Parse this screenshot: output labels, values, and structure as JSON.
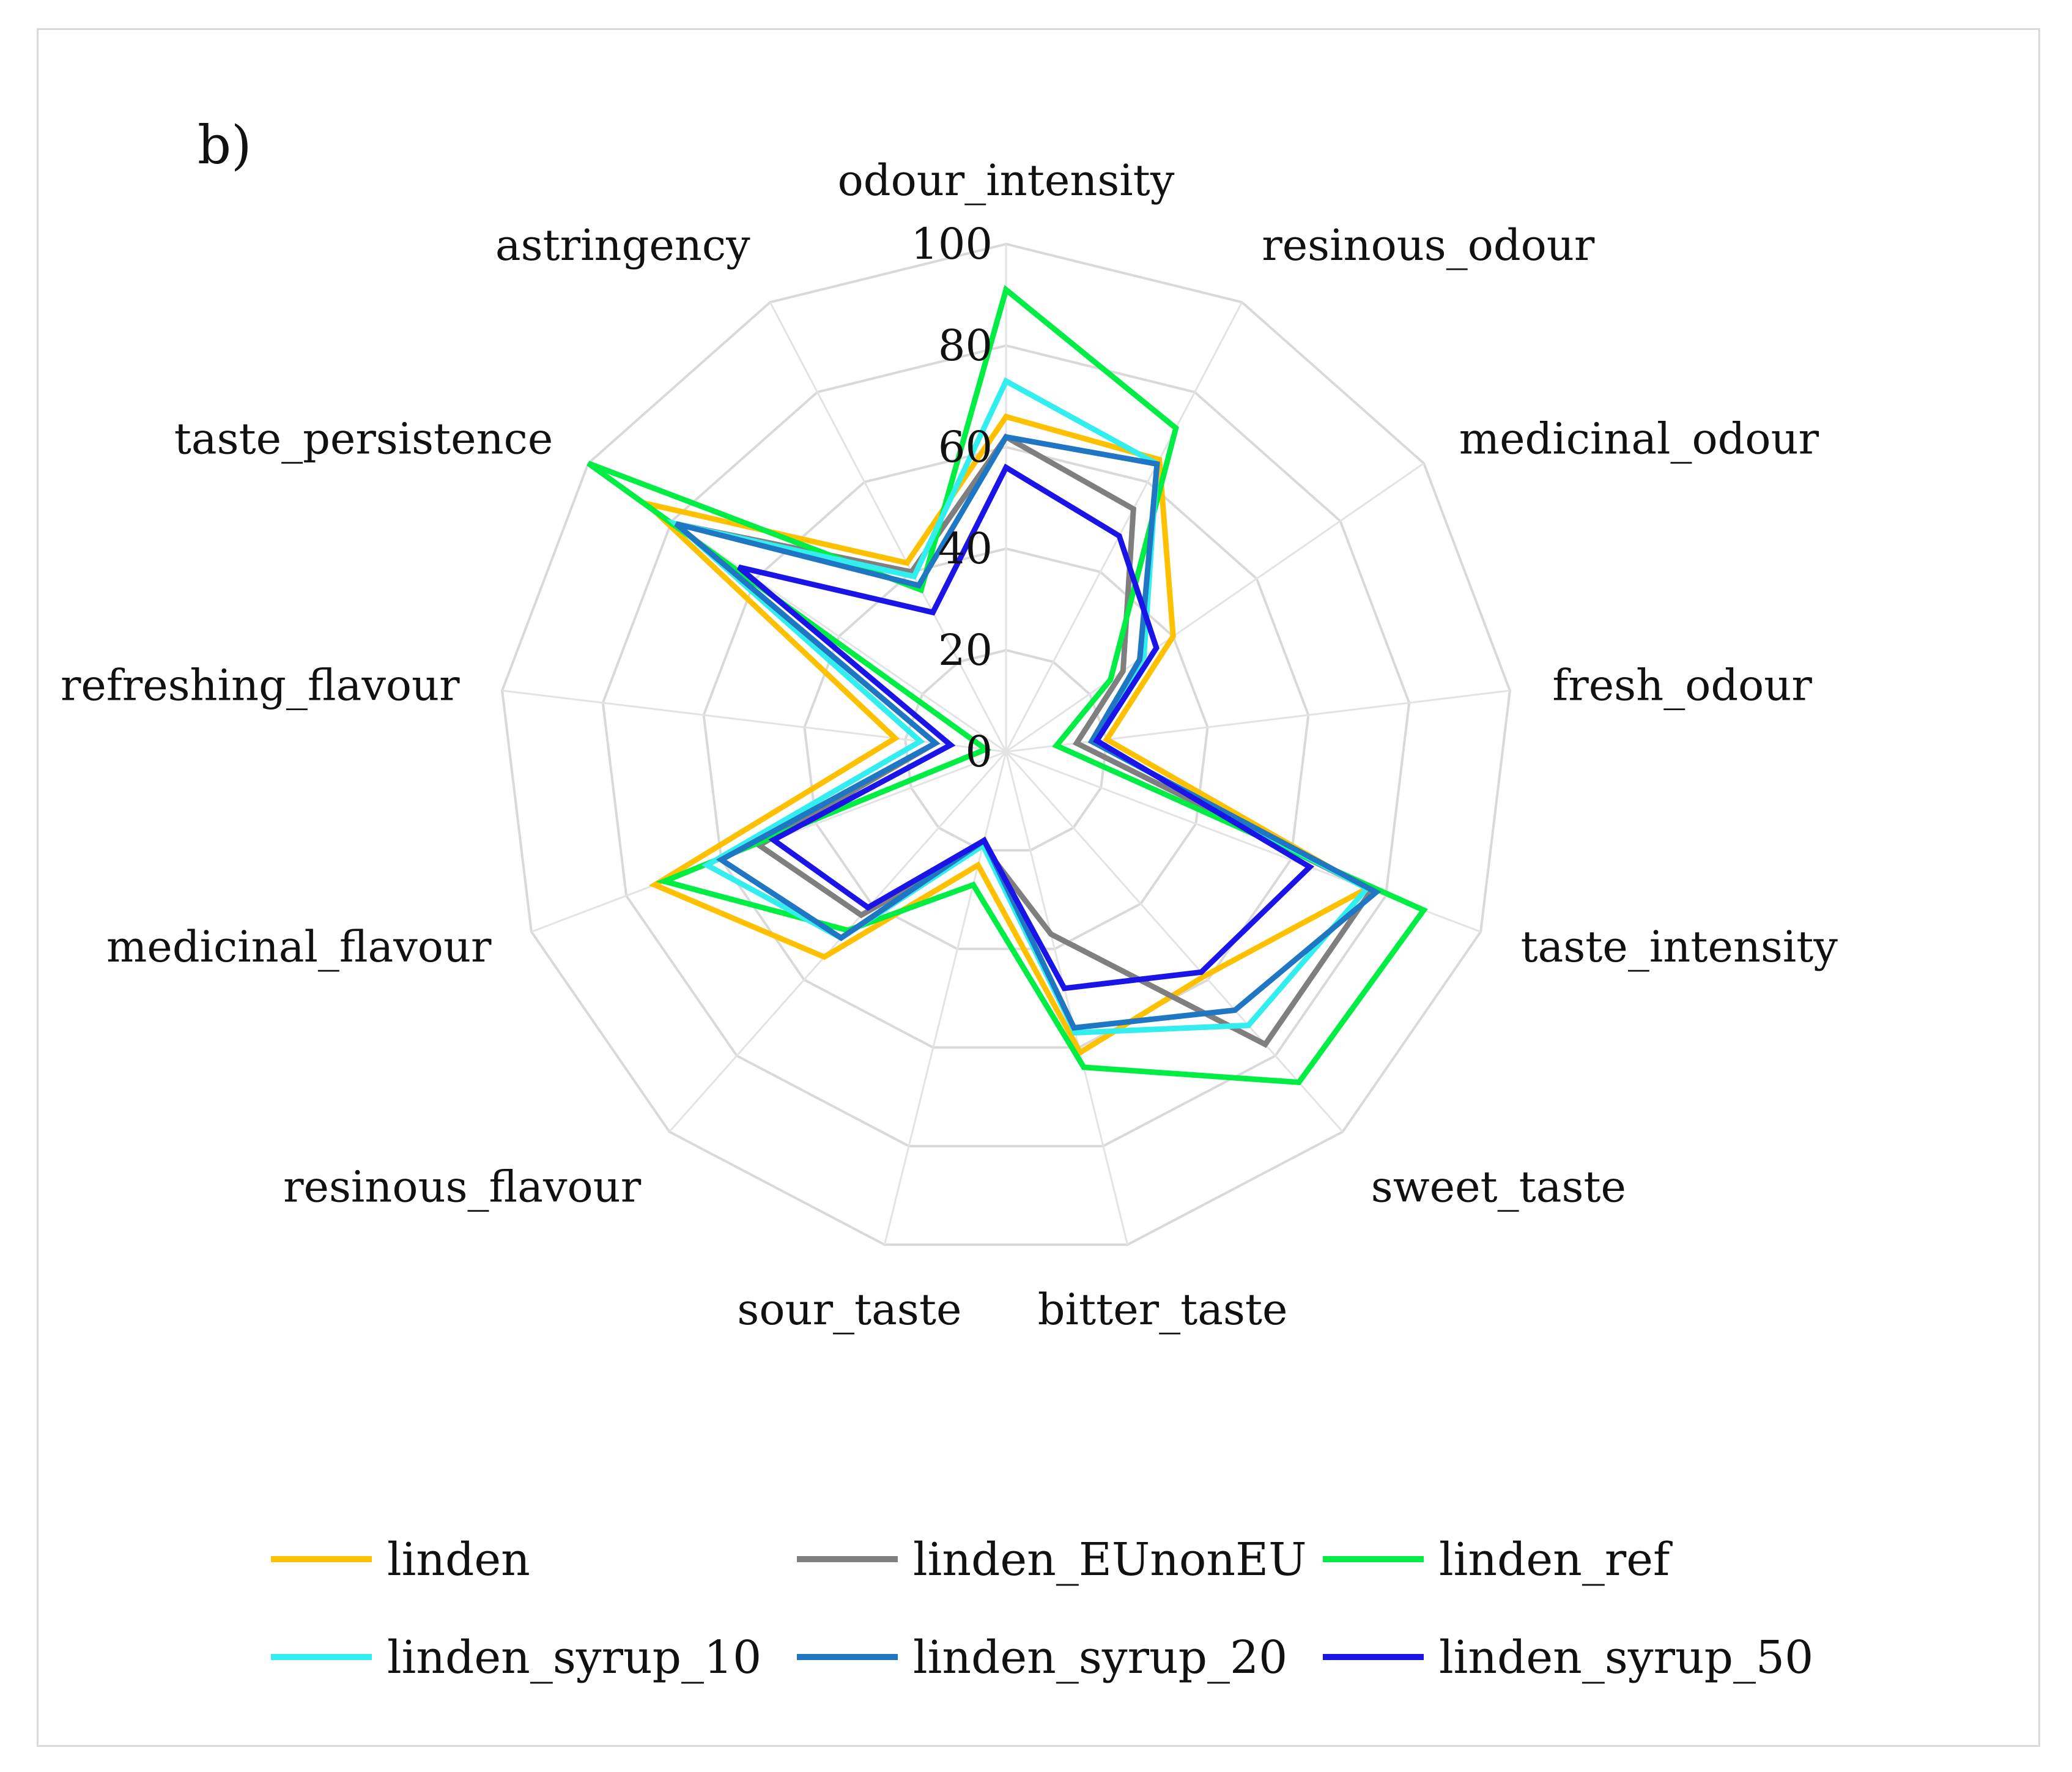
{
  "chart_data": {
    "type": "radar",
    "panel_label": "b)",
    "axes": [
      "odour_intensity",
      "resinous_odour",
      "medicinal_odour",
      "fresh_odour",
      "taste_intensity",
      "sweet_taste",
      "bitter_taste",
      "sour_taste",
      "resinous_flavour",
      "medicinal_flavour",
      "refreshing_flavour",
      "taste_persistence",
      "astringency"
    ],
    "rlim": [
      0,
      100
    ],
    "ticks": [
      0,
      20,
      40,
      60,
      80,
      100
    ],
    "tick_labels": [
      "0",
      "20",
      "40",
      "60",
      "80",
      "100"
    ],
    "grid": true,
    "legend_position": "bottom",
    "series": [
      {
        "name": "linden",
        "color": "#ffc000",
        "values": [
          66,
          65,
          40,
          20,
          76,
          59,
          61,
          23,
          54,
          74,
          22,
          86,
          42
        ]
      },
      {
        "name": "linden_EUnonEU",
        "color": "#7f7f7f",
        "values": [
          62,
          54,
          28,
          14,
          77,
          77,
          37,
          19,
          43,
          52,
          14,
          79,
          40
        ]
      },
      {
        "name": "linden_ref",
        "color": "#00ee44",
        "values": [
          91,
          72,
          25,
          10,
          88,
          87,
          64,
          27,
          47,
          72,
          4,
          100,
          36
        ]
      },
      {
        "name": "linden_syrup_10",
        "color": "#33eeee",
        "values": [
          73,
          64,
          33,
          17,
          76,
          72,
          57,
          19,
          49,
          63,
          17,
          79,
          39
        ]
      },
      {
        "name": "linden_syrup_20",
        "color": "#1f77c4",
        "values": [
          62,
          64,
          32,
          17,
          78,
          68,
          56,
          18,
          49,
          60,
          14,
          79,
          37
        ]
      },
      {
        "name": "linden_syrup_50",
        "color": "#1a14e6",
        "values": [
          56,
          48,
          36,
          18,
          64,
          58,
          48,
          18,
          41,
          49,
          11,
          64,
          31
        ]
      }
    ]
  }
}
